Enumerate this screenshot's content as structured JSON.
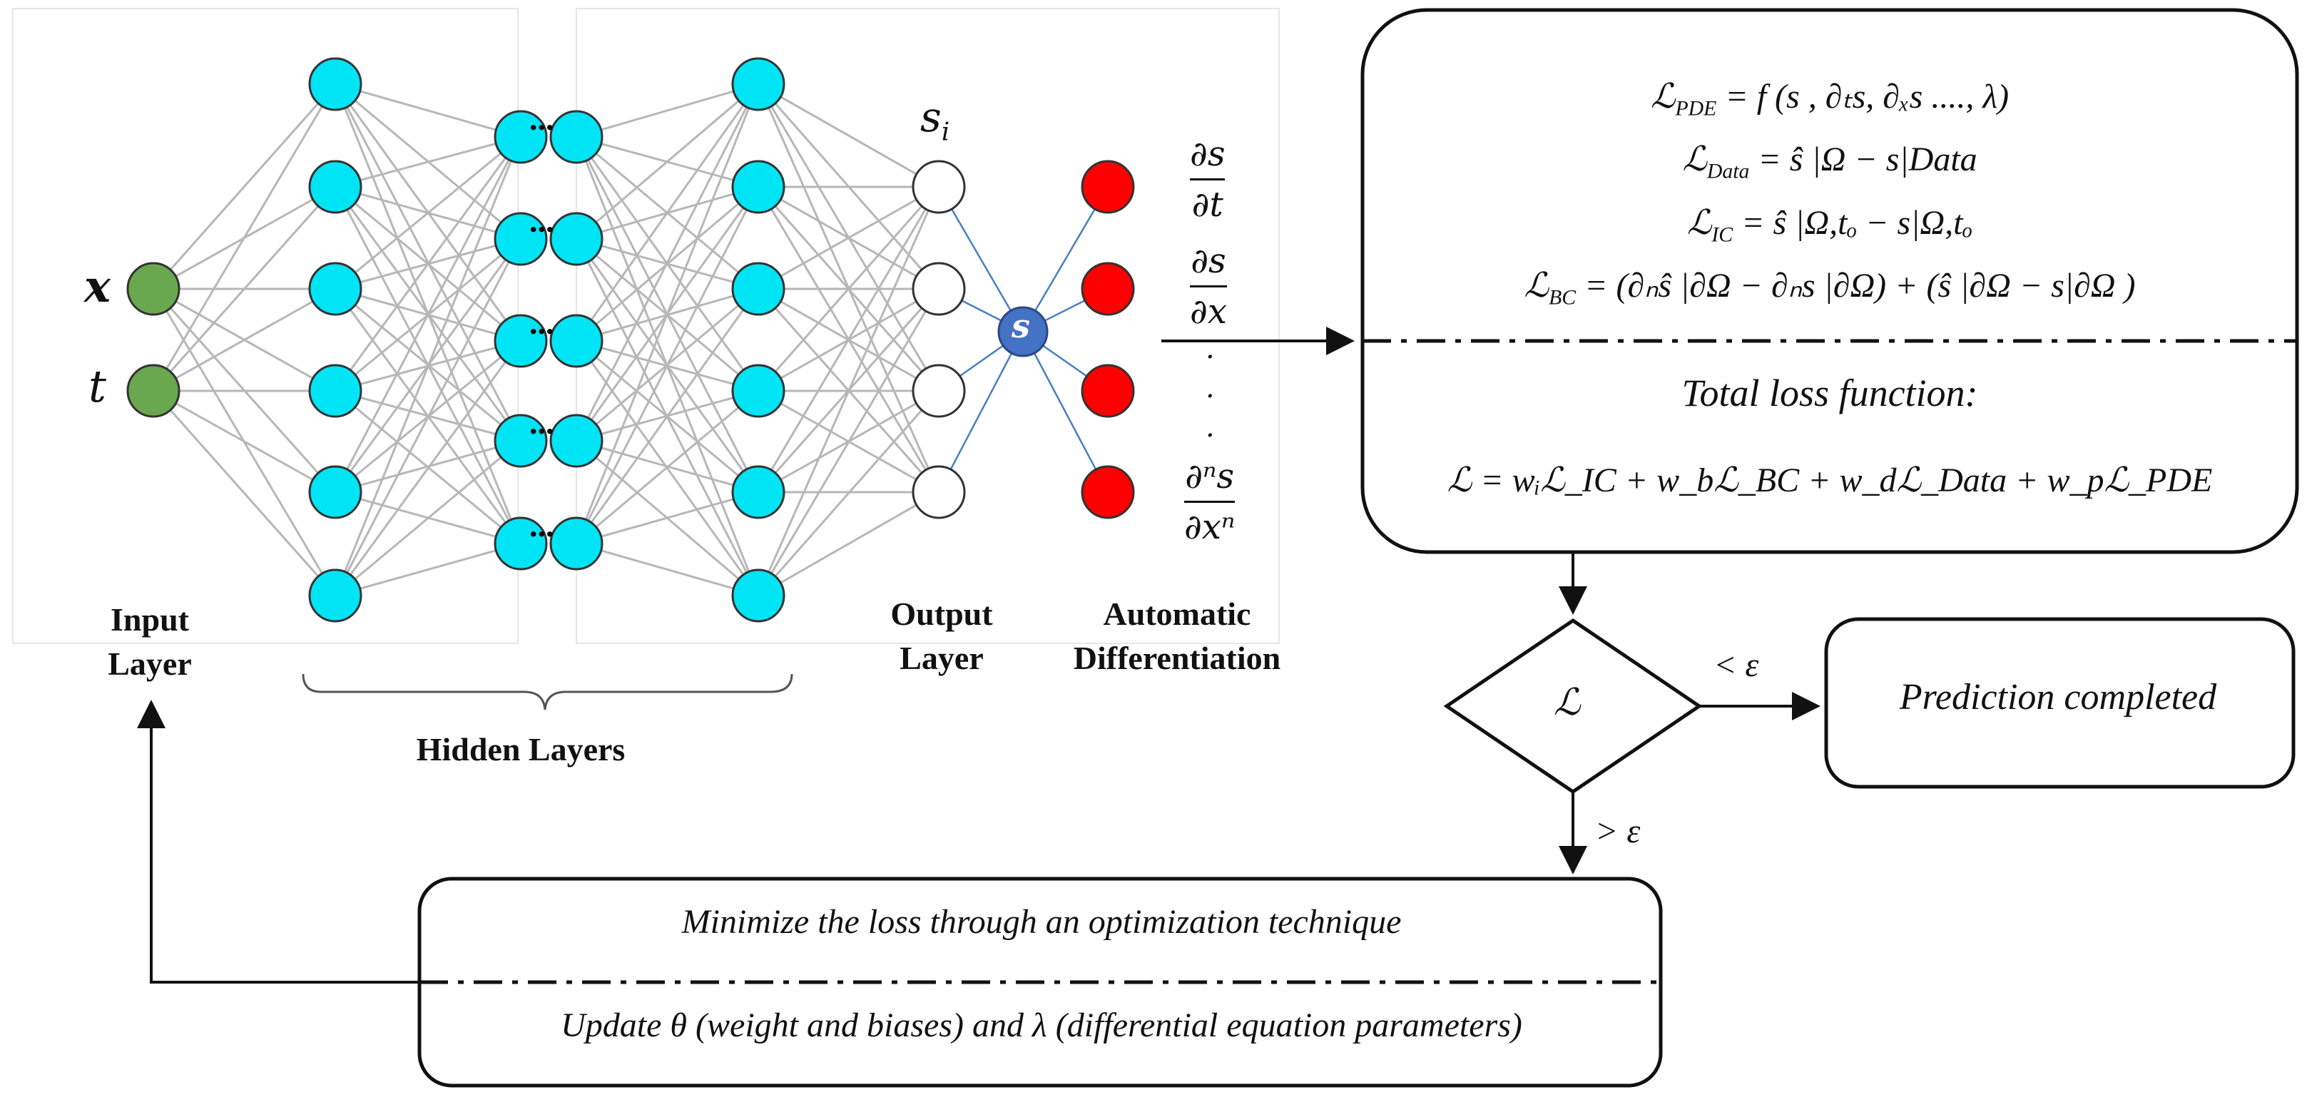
{
  "network": {
    "input_vars": [
      "x",
      "t"
    ],
    "input_layer_label": "Input Layer",
    "hidden_layers_label": "Hidden Layers",
    "hidden_ellipsis": "...",
    "output_layer_label": "Output Layer",
    "autodiff_label": "Automatic Differentiation",
    "output_node_var": "s",
    "output_node_sub": "i",
    "center_node_label": "s",
    "derivatives": [
      {
        "num": "∂s",
        "den": "∂t"
      },
      {
        "num": "∂s",
        "den": "∂x"
      },
      {
        "num": "∂ⁿs",
        "den": "∂xⁿ"
      }
    ],
    "vertical_dots": "·"
  },
  "loss_box": {
    "lines": [
      {
        "lhs": "ℒ",
        "sub": "PDE",
        "rhs": "= f (s , ∂ₜs, ∂ₓs ...., λ)"
      },
      {
        "lhs": "ℒ",
        "sub": "Data",
        "rhs": "=  ŝ |Ω  − s|Data"
      },
      {
        "lhs": "ℒ",
        "sub": "IC",
        "rhs": "= ŝ |Ω,tₒ  − s|Ω,tₒ"
      },
      {
        "lhs": "ℒ",
        "sub": "BC",
        "rhs": "=  (∂ₙŝ |∂Ω  − ∂ₙs |∂Ω) + (ŝ |∂Ω  −  s|∂Ω )"
      }
    ],
    "total_title": "Total loss function:",
    "total_formula": "ℒ = wᵢℒ_IC +  w_bℒ_BC + w_dℒ_Data  + w_pℒ_PDE"
  },
  "decision": {
    "symbol": "ℒ",
    "less_label": "< ε",
    "greater_label": "> ε"
  },
  "prediction_box": {
    "text": "Prediction completed"
  },
  "optimize_box": {
    "line1": "Minimize the loss through an optimization technique",
    "line2": "Update θ (weight and biases) and λ (differential equation parameters)"
  },
  "colors": {
    "input_node": "#6aa84f",
    "hidden_node": "#00e5f5",
    "output_node": "#ffffff",
    "center_node": "#4472c4",
    "autodiff_node": "#ff0000",
    "edge_gray": "#b7b7b7",
    "edge_blue": "#4a7fc1"
  }
}
